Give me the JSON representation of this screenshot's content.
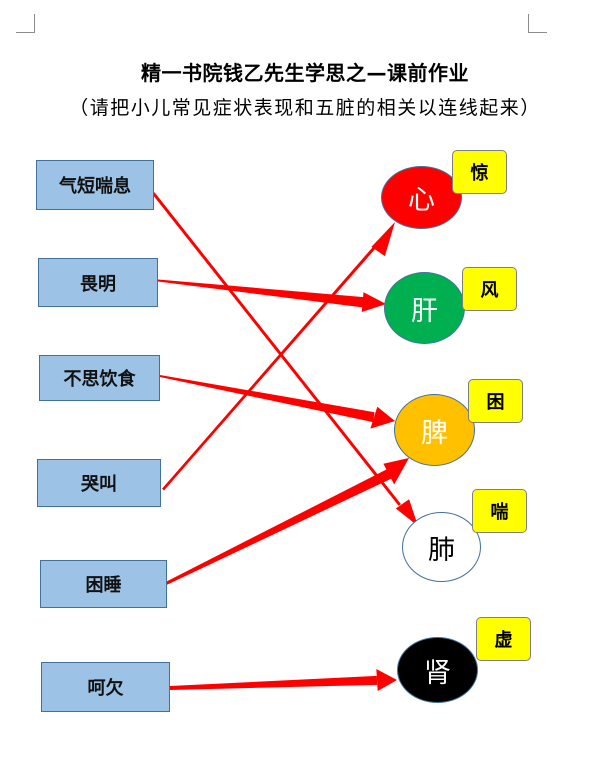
{
  "header": {
    "title": "精一书院钱乙先生学思之—课前作业",
    "subtitle": "（请把小儿常见症状表现和五脏的相关以连线起来）"
  },
  "symptoms": [
    {
      "label": "气短喘息"
    },
    {
      "label": "畏明"
    },
    {
      "label": "不思饮食"
    },
    {
      "label": "哭叫"
    },
    {
      "label": "困睡"
    },
    {
      "label": "呵欠"
    }
  ],
  "organs": [
    {
      "label": "心",
      "color": "#ff0000",
      "text_color": "#ffffff",
      "tag": "惊"
    },
    {
      "label": "肝",
      "color": "#00b050",
      "text_color": "#ffffff",
      "tag": "风"
    },
    {
      "label": "脾",
      "color": "#ffc000",
      "text_color": "#ffffff",
      "tag": "困"
    },
    {
      "label": "肺",
      "color": "#ffffff",
      "text_color": "#000000",
      "tag": "喘"
    },
    {
      "label": "肾",
      "color": "#000000",
      "text_color": "#ffffff",
      "tag": "虚"
    }
  ],
  "connections": [
    {
      "from": "气短喘息",
      "to": "肺",
      "style": "thin-line-thick-head"
    },
    {
      "from": "畏明",
      "to": "肝",
      "style": "tapered-arrow"
    },
    {
      "from": "不思饮食",
      "to": "脾",
      "style": "tapered-arrow"
    },
    {
      "from": "哭叫",
      "to": "心",
      "style": "thin-line-thick-head"
    },
    {
      "from": "困睡",
      "to": "脾",
      "style": "tapered-arrow"
    },
    {
      "from": "呵欠",
      "to": "肾",
      "style": "tapered-arrow"
    }
  ],
  "colors": {
    "box_fill": "#9cc3e6",
    "box_border": "#41719c",
    "tag_fill": "#ffff00",
    "arrow": "#ff0000"
  }
}
